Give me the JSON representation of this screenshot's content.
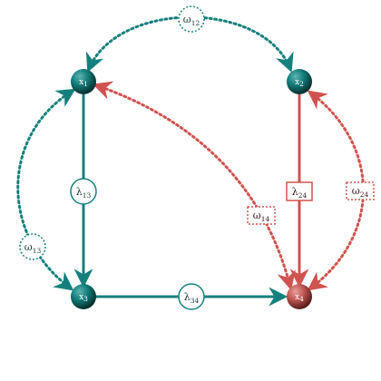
{
  "colors": {
    "teal": "#14807d",
    "teal_dark": "#0b4d4c",
    "red": "#d0534f",
    "red_dark": "#7e2a29",
    "background": "#ffffff"
  },
  "nodes": {
    "x1": {
      "base": "x",
      "sub": "1",
      "color": "teal"
    },
    "x2": {
      "base": "x",
      "sub": "2",
      "color": "teal"
    },
    "x3": {
      "base": "x",
      "sub": "3",
      "color": "teal"
    },
    "x4": {
      "base": "x",
      "sub": "4",
      "color": "red"
    }
  },
  "edges": {
    "lambda13": {
      "base": "λ",
      "sub": "13",
      "from": "x1",
      "to": "x3",
      "style": "solid",
      "color": "teal",
      "box": "circle"
    },
    "lambda24": {
      "base": "λ",
      "sub": "24",
      "from": "x2",
      "to": "x4",
      "style": "solid",
      "color": "red",
      "box": "rect"
    },
    "lambda34": {
      "base": "λ",
      "sub": "34",
      "from": "x3",
      "to": "x4",
      "style": "solid",
      "color": "teal",
      "box": "circle"
    },
    "omega12": {
      "base": "ω",
      "sub": "12",
      "from": "x1",
      "to": "x2",
      "style": "dotted",
      "color": "teal",
      "box": "circle"
    },
    "omega13": {
      "base": "ω",
      "sub": "13",
      "from": "x1",
      "to": "x3",
      "style": "dotted",
      "color": "teal",
      "box": "circle"
    },
    "omega14": {
      "base": "ω",
      "sub": "14",
      "from": "x1",
      "to": "x4",
      "style": "dotted",
      "color": "red",
      "box": "rect"
    },
    "omega24": {
      "base": "ω",
      "sub": "24",
      "from": "x2",
      "to": "x4",
      "style": "dotted",
      "color": "red",
      "box": "rect"
    }
  }
}
